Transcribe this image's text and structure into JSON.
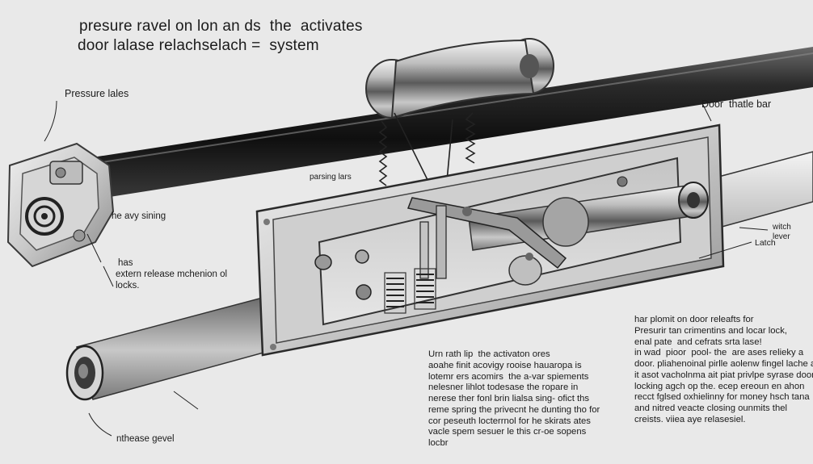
{
  "title": {
    "line1": "presure ravel on lon an ds  the  activates",
    "line2": "door lalase relachselach =  system"
  },
  "labels": {
    "pressure_release": "Pressure lales",
    "door_bar": "Door  thatle bar",
    "passing_bars": "parsing lars",
    "heavy_spring": "he avy sining",
    "has": "has",
    "extern_release": "extern release mchenion ol\nlocks.",
    "switch": "witch\nlever",
    "latch": "Latch",
    "release_lever": "nthease gevel"
  },
  "paragraphs": {
    "center": "Urn rath lip  the activaton ores\naoahe finit acovigy rooise hauaropa is\nlotemr ers acomirs  the a-var spiements\nnelesner lihlot todesase the ropare in\nnerese ther fonl brin lialsa sing- ofict ths\nreme spring the privecnt he dunting tho for\ncor peseuth locterrnol for he skirats ates\nvacle spem sesuer le this cr-oe sopens\nlocbr",
    "right": "har plomit on door releafts for\nPresurir tan crimentins and locar lock,\nenal pate  and cefrats srta lase!\nin wad  pioor  pool- the  are ases relieky a\ndoor. pliahenoinal pirlle aolenw fingel lache a\nit asot vacholnma ait piat privlpe syrase doon\nlocking agch op the. ecep ereoun en ahon\nrecct fglsed oxhielinny for money hsch tana\nand nitred veacte closing ounmits thel\ncreists. viiea aye relasesiel."
  },
  "colors": {
    "background": "#e9e9e9",
    "rod_dark": "#1c1c1c",
    "metal_light": "#d9d9d9",
    "metal_mid": "#9d9d9d",
    "metal_dark": "#4a4a4a"
  }
}
